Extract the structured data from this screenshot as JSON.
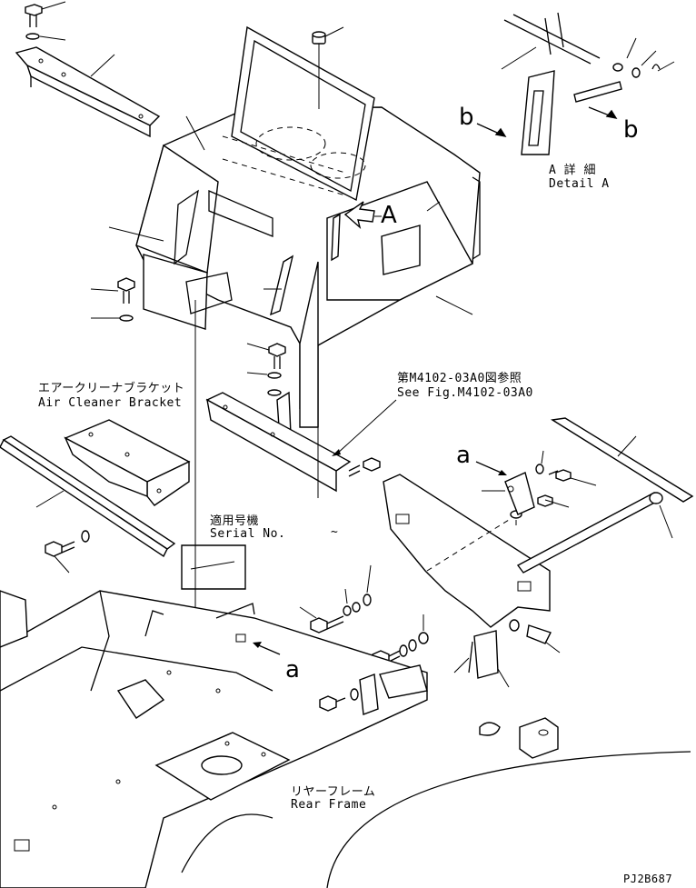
{
  "labels": {
    "detail_a_jp": "A 詳 細",
    "detail_a_en": "Detail A",
    "ref_jp": "第M4102-03A0図参照",
    "ref_en": "See Fig.M4102-03A0",
    "bracket_jp": "エアークリーナブラケット",
    "bracket_en": "Air Cleaner Bracket",
    "serial_jp": "適用号機",
    "serial_en": "Serial No.",
    "serial_range": "~",
    "rear_frame_jp": "リヤーフレーム",
    "rear_frame_en": "Rear Frame",
    "drawing_code": "PJ2B687",
    "view_a": "A",
    "arrow_a_left": "a",
    "arrow_a_lower": "a",
    "arrow_b_left": "b",
    "arrow_b_right": "b"
  }
}
